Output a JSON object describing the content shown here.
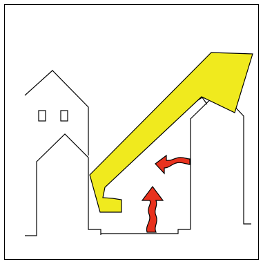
{
  "figure": {
    "background": "#ffffff",
    "outline_color": "#000000",
    "sunlight_color": "#f0ea1e",
    "heat_arrow_color": "#e8321e"
  },
  "elements": {
    "left_building": "building",
    "right_building": "building",
    "windows": [
      "window",
      "window"
    ],
    "yellow_arrow": "sunlight-arrow",
    "red_arrows": [
      "heat-arrow",
      "heat-arrow"
    ]
  }
}
